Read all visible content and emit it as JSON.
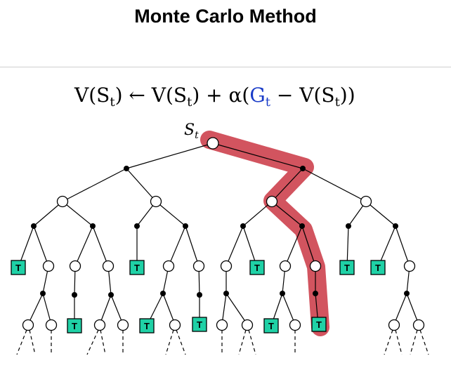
{
  "title": "Monte Carlo Method",
  "equation": {
    "lhs": "V(S",
    "sub": "t",
    "close": ")",
    "arrow": " ← V(S",
    "plus": " + α(",
    "g": "G",
    "minus": " − V(S",
    "tail": "))"
  },
  "root_label": {
    "main": "S",
    "sub": "t"
  },
  "terminal_label": "T",
  "colors": {
    "terminal_fill": "#1fd1a6",
    "highlight": "#d2545f",
    "g_color": "#1a3cc8",
    "line": "#000000"
  }
}
